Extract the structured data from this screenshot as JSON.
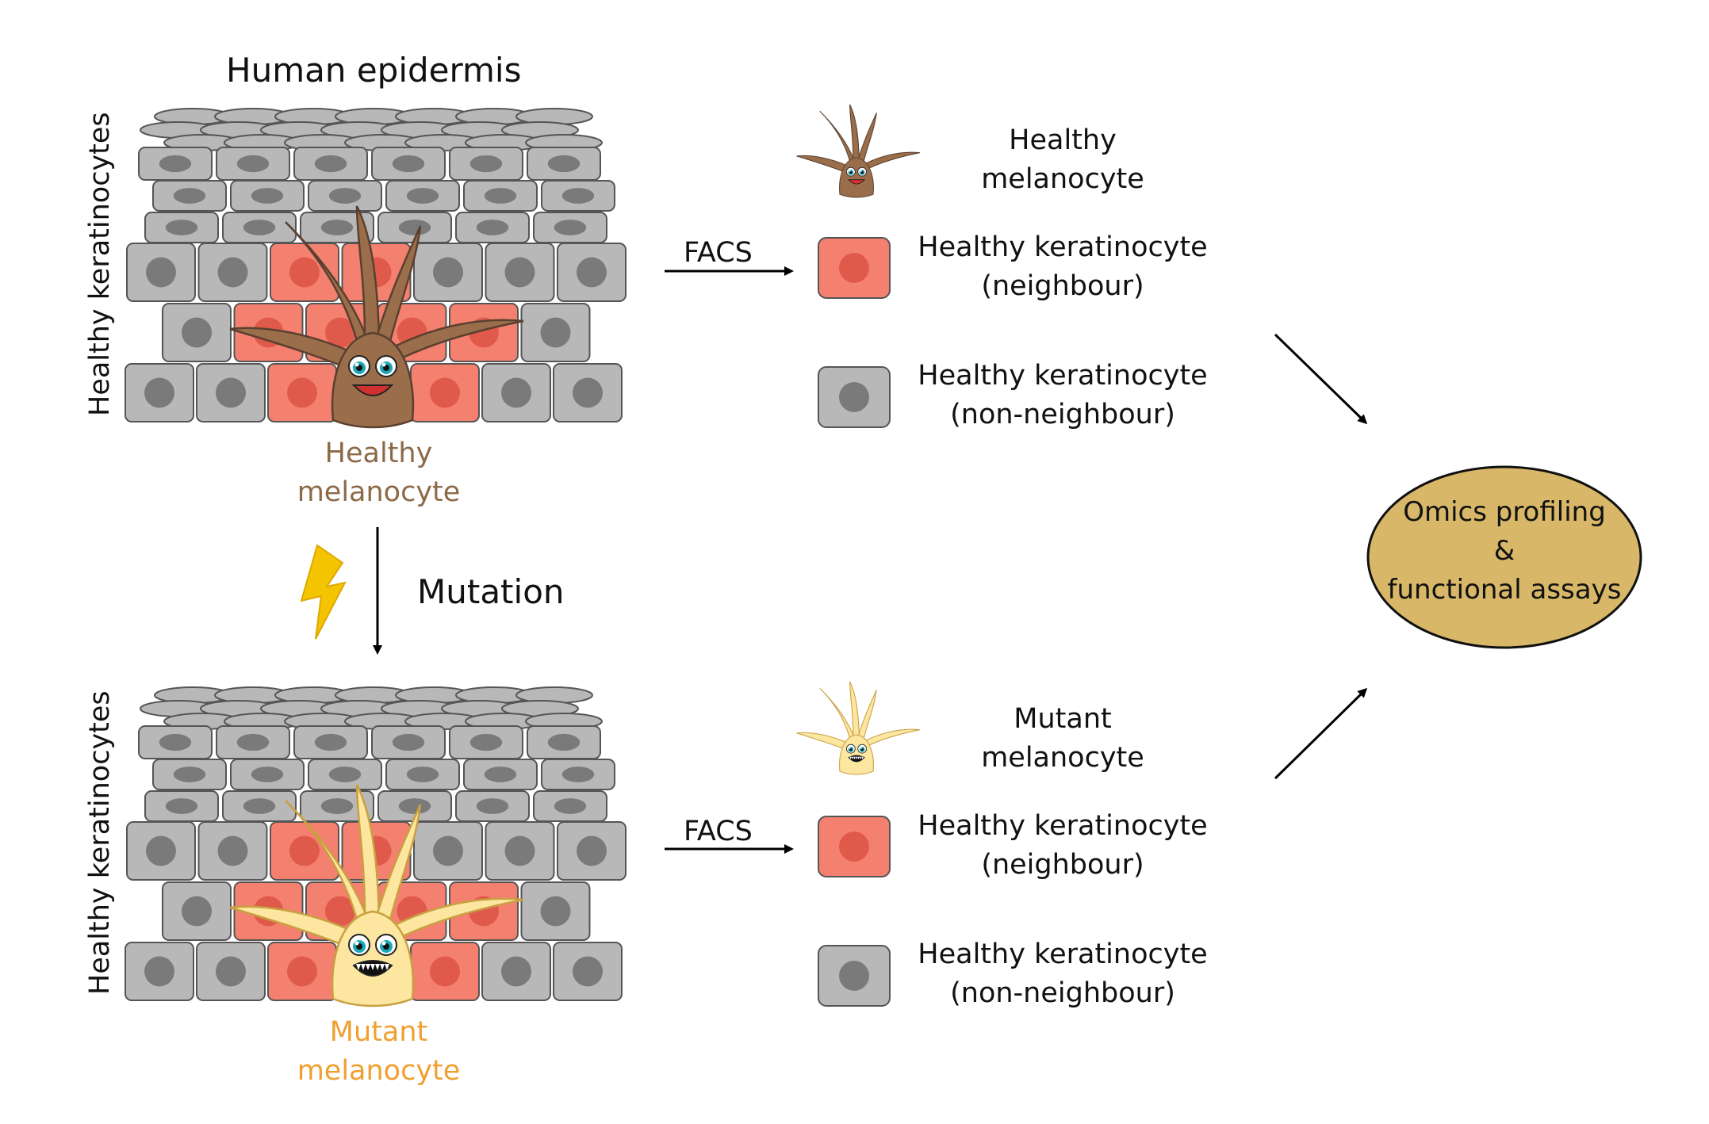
{
  "title": "Human epidermis",
  "side_label": "Healthy keratinocytes",
  "top_melanocyte_label": [
    "Healthy",
    "melanocyte"
  ],
  "bottom_melanocyte_label": [
    "Mutant",
    "melanocyte"
  ],
  "mutation_label": "Mutation",
  "facs_label": "FACS",
  "legend_top": [
    {
      "icon": "healthy-melanocyte",
      "lines": [
        "Healthy",
        "melanocyte"
      ]
    },
    {
      "icon": "neighbour-keratinocyte",
      "lines": [
        "Healthy keratinocyte",
        "(neighbour)"
      ]
    },
    {
      "icon": "non-neighbour-keratinocyte",
      "lines": [
        "Healthy keratinocyte",
        "(non-neighbour)"
      ]
    }
  ],
  "legend_bottom": [
    {
      "icon": "mutant-melanocyte",
      "lines": [
        "Mutant",
        "melanocyte"
      ]
    },
    {
      "icon": "neighbour-keratinocyte",
      "lines": [
        "Healthy keratinocyte",
        "(neighbour)"
      ]
    },
    {
      "icon": "non-neighbour-keratinocyte",
      "lines": [
        "Healthy keratinocyte",
        "(non-neighbour)"
      ]
    }
  ],
  "outcome_lines": [
    "Omics profiling",
    "&",
    "functional assays"
  ],
  "colors": {
    "healthy_melanocyte": "#9a6e4a",
    "mutant_melanocyte": "#fce6a0",
    "neighbour": "#f48070",
    "non_neighbour": "#b8b8b8",
    "outcome": "#d8b868",
    "bolt": "#f5c400"
  }
}
